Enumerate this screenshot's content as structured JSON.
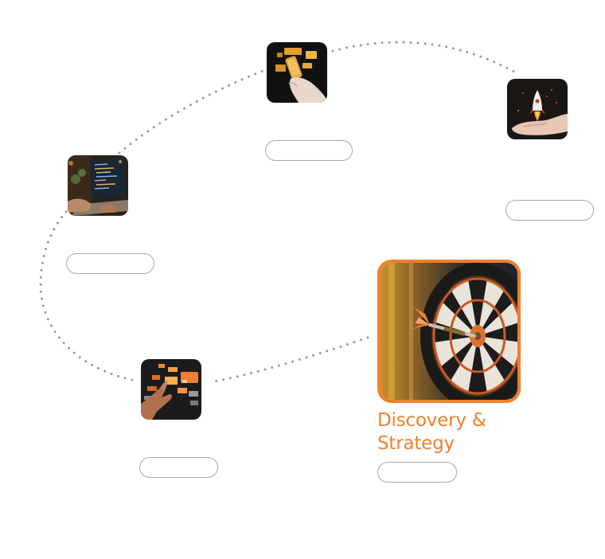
{
  "steps": [
    {
      "id": "discovery",
      "title": "Discovery & Strategy",
      "icon": "dartboard-icon",
      "active": true
    },
    {
      "id": "ui-design",
      "icon": "hand-ui-blocks-icon",
      "active": false
    },
    {
      "id": "development",
      "icon": "laptop-code-icon",
      "active": false
    },
    {
      "id": "prototype",
      "icon": "phone-hand-icon",
      "active": false
    },
    {
      "id": "launch",
      "icon": "rocket-hand-icon",
      "active": false
    }
  ],
  "colors": {
    "accent": "#f07f2f",
    "path": "#9a9a9a",
    "pill_border": "#a9a9a9"
  }
}
